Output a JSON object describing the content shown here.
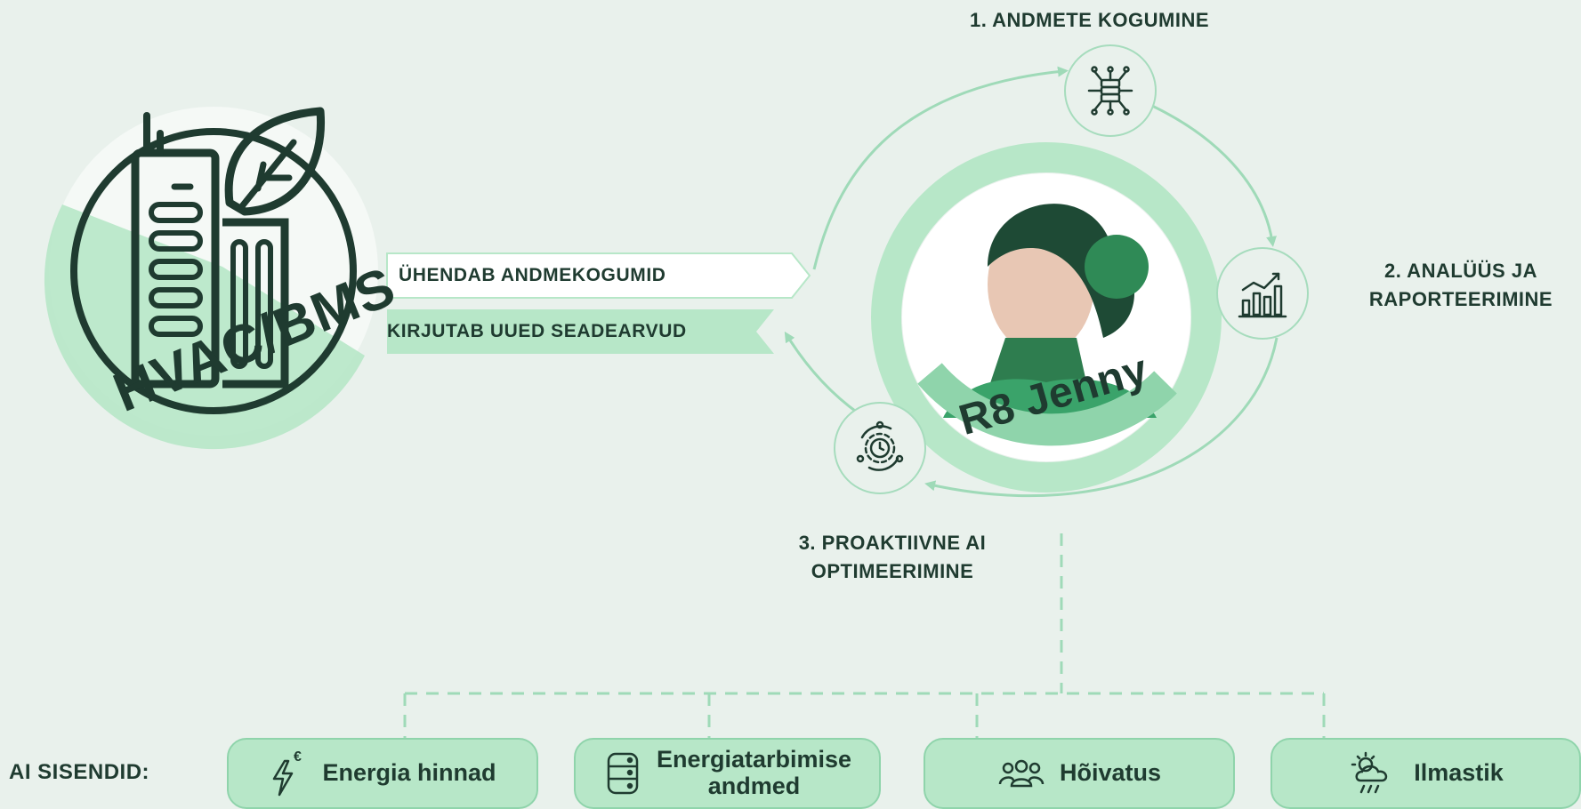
{
  "building": {
    "label": "HVAC/BMS"
  },
  "flows": {
    "outbound": "ÜHENDAB ANDMEKOGUMID",
    "inbound": "KIRJUTAB UUED SEADEARVUD"
  },
  "cycle": {
    "center_name": "R8 Jenny",
    "step1": "1. ANDMETE KOGUMINE",
    "step2_line1": "2. ANALÜÜS JA",
    "step2_line2": "RAPORTEERIMINE",
    "step3_line1": "3. PROAKTIIVNE AI",
    "step3_line2": "OPTIMEERIMINE"
  },
  "inputs": {
    "title": "AI SISENDID:",
    "items": [
      {
        "label": "Energia hinnad",
        "icon": "lightning-euro-icon"
      },
      {
        "label_line1": "Energiatarbimise",
        "label_line2": "andmed",
        "icon": "database-icon"
      },
      {
        "label": "Hõivatus",
        "icon": "people-icon"
      },
      {
        "label": "Ilmastik",
        "icon": "weather-icon"
      }
    ]
  },
  "colors": {
    "background": "#e9f1ec",
    "dark_green": "#1f3b30",
    "light_green": "#b7e7c8",
    "accent_green": "#8fd4ab",
    "line_green": "#9fdab8"
  }
}
